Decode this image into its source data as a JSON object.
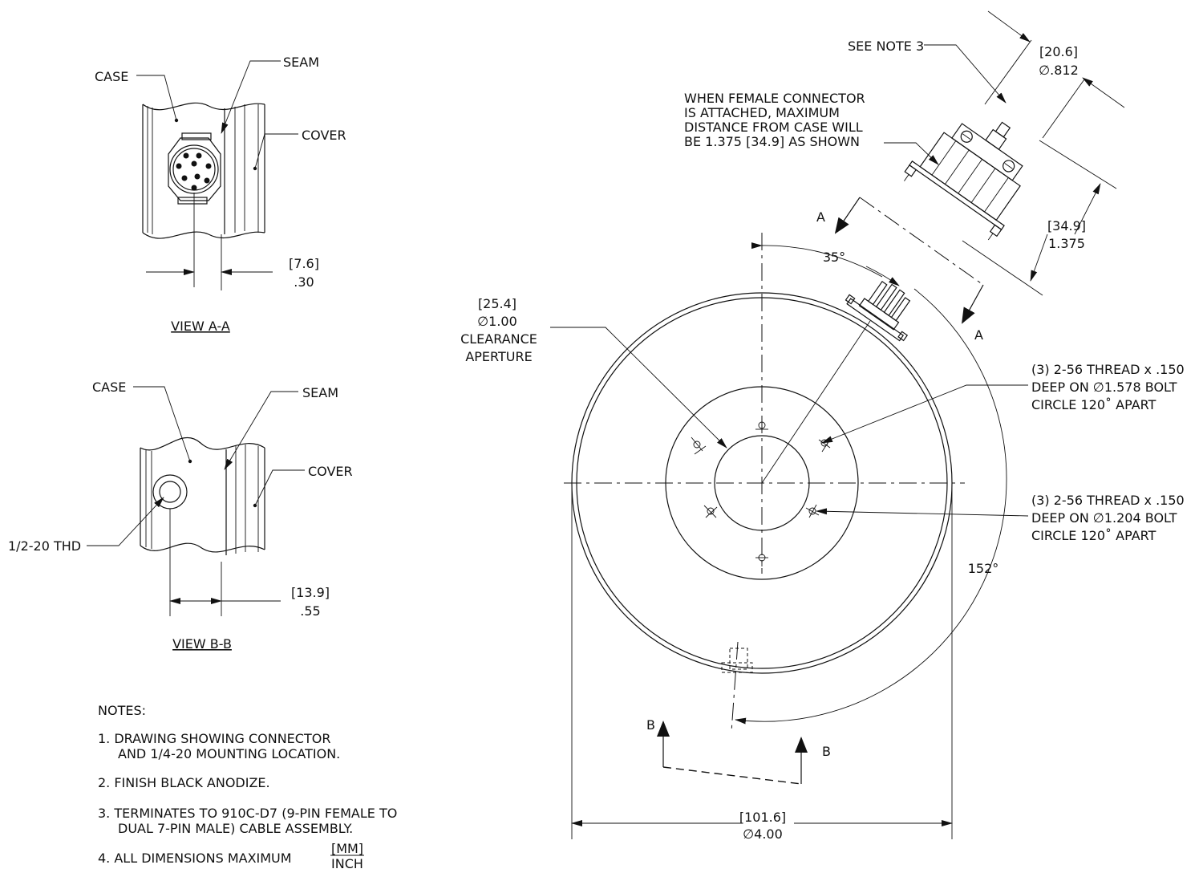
{
  "view_a": {
    "case": "CASE",
    "seam": "SEAM",
    "cover": "COVER",
    "dim_mm": "[7.6]",
    "dim_in": ".30",
    "title": "VIEW A-A"
  },
  "view_b": {
    "case": "CASE",
    "seam": "SEAM",
    "cover": "COVER",
    "thread": "1/2-20 THD",
    "dim_mm": "[13.9]",
    "dim_in": ".55",
    "title": "VIEW B-B"
  },
  "notes": {
    "heading": "NOTES:",
    "n1a": "1.  DRAWING SHOWING CONNECTOR",
    "n1b": "AND 1/4-20 MOUNTING LOCATION.",
    "n2": "2.  FINISH BLACK ANODIZE.",
    "n3a": "3.  TERMINATES TO 910C-D7 (9-PIN FEMALE TO",
    "n3b": "DUAL 7-PIN MALE) CABLE ASSEMBLY.",
    "n4": "4. ALL DIMENSIONS MAXIMUM",
    "unit_mm": "[MM]",
    "unit_in": "INCH"
  },
  "main": {
    "aperture_mm": "[25.4]",
    "aperture_in": "∅1.00",
    "aperture_l1": "CLEARANCE",
    "aperture_l2": "APERTURE",
    "angle_35": "35°",
    "angle_152": "152°",
    "section_a": "A",
    "section_b": "B",
    "bolt1_l1": "(3) 2-56 THREAD x .150",
    "bolt1_l2": "DEEP ON  ∅1.578 BOLT",
    "bolt1_l3": "CIRCLE 120˚ APART",
    "bolt2_l1": "(3) 2-56 THREAD x .150",
    "bolt2_l2": "DEEP ON  ∅1.204 BOLT",
    "bolt2_l3": "CIRCLE 120˚ APART",
    "dia_mm": "[101.6]",
    "dia_in": "∅4.00"
  },
  "connector": {
    "see_note": "SEE NOTE 3",
    "female_l1": "WHEN FEMALE CONNECTOR",
    "female_l2": "IS ATTACHED, MAXIMUM",
    "female_l3": "DISTANCE FROM CASE WILL",
    "female_l4": "BE 1.375 [34.9] AS SHOWN",
    "dia_mm": "[20.6]",
    "dia_in": "∅.812",
    "len_mm": "[34.9]",
    "len_in": "1.375"
  }
}
